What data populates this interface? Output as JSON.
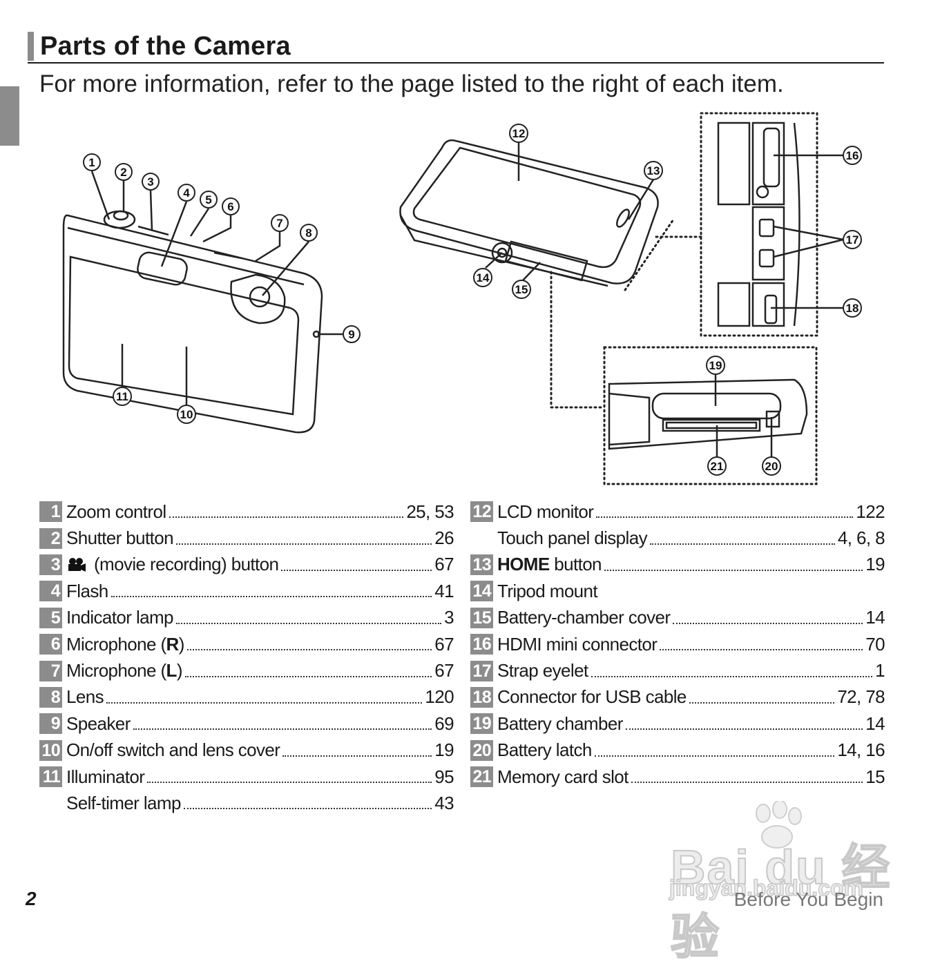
{
  "header": {
    "title": "Parts of the Camera",
    "subtitle": "For more information, refer to the page listed to the right of each item."
  },
  "callouts": [
    "1",
    "2",
    "3",
    "4",
    "5",
    "6",
    "7",
    "8",
    "9",
    "10",
    "11",
    "12",
    "13",
    "14",
    "15",
    "16",
    "17",
    "18",
    "19",
    "20",
    "21"
  ],
  "parts_left": [
    {
      "num": "1",
      "label": "Zoom control",
      "pages": "25, 53"
    },
    {
      "num": "2",
      "label": "Shutter button",
      "pages": "26"
    },
    {
      "num": "3",
      "label": "(movie recording) button",
      "pages": "67",
      "icon": "movie-camera-icon"
    },
    {
      "num": "4",
      "label": "Flash",
      "pages": "41"
    },
    {
      "num": "5",
      "label": "Indicator lamp",
      "pages": "3"
    },
    {
      "num": "6",
      "label_pre": "Microphone (",
      "label_bold": "R",
      "label_post": ")",
      "pages": "67"
    },
    {
      "num": "7",
      "label_pre": "Microphone (",
      "label_bold": "L",
      "label_post": ")",
      "pages": "67"
    },
    {
      "num": "8",
      "label": "Lens",
      "pages": "120"
    },
    {
      "num": "9",
      "label": "Speaker",
      "pages": "69"
    },
    {
      "num": "10",
      "label": "On/off switch and lens cover",
      "pages": "19"
    },
    {
      "num": "11",
      "label": "Illuminator",
      "pages": "95"
    },
    {
      "num": "",
      "label": "Self-timer lamp",
      "pages": "43"
    }
  ],
  "parts_right": [
    {
      "num": "12",
      "label": "LCD monitor",
      "pages": "122"
    },
    {
      "num": "",
      "label": "Touch panel display",
      "pages": "4, 6, 8"
    },
    {
      "num": "13",
      "label_bold": "HOME",
      "label_post": " button",
      "pages": "19"
    },
    {
      "num": "14",
      "label": "Tripod mount",
      "pages": ""
    },
    {
      "num": "15",
      "label": "Battery-chamber cover",
      "pages": "14"
    },
    {
      "num": "16",
      "label": "HDMI mini connector",
      "pages": "70"
    },
    {
      "num": "17",
      "label": "Strap eyelet",
      "pages": "1"
    },
    {
      "num": "18",
      "label": "Connector for USB cable",
      "pages": "72, 78"
    },
    {
      "num": "19",
      "label": "Battery chamber",
      "pages": "14"
    },
    {
      "num": "20",
      "label": "Battery latch",
      "pages": "14, 16"
    },
    {
      "num": "21",
      "label": "Memory card slot",
      "pages": "15"
    }
  ],
  "footer": {
    "page_number": "2",
    "section": "Before You Begin"
  },
  "watermark": {
    "logo": "Bai du 经验",
    "url": "jingyan.baidu.com"
  },
  "colors": {
    "accent_gray": "#8c8c8c",
    "text": "#1a1a1a"
  }
}
